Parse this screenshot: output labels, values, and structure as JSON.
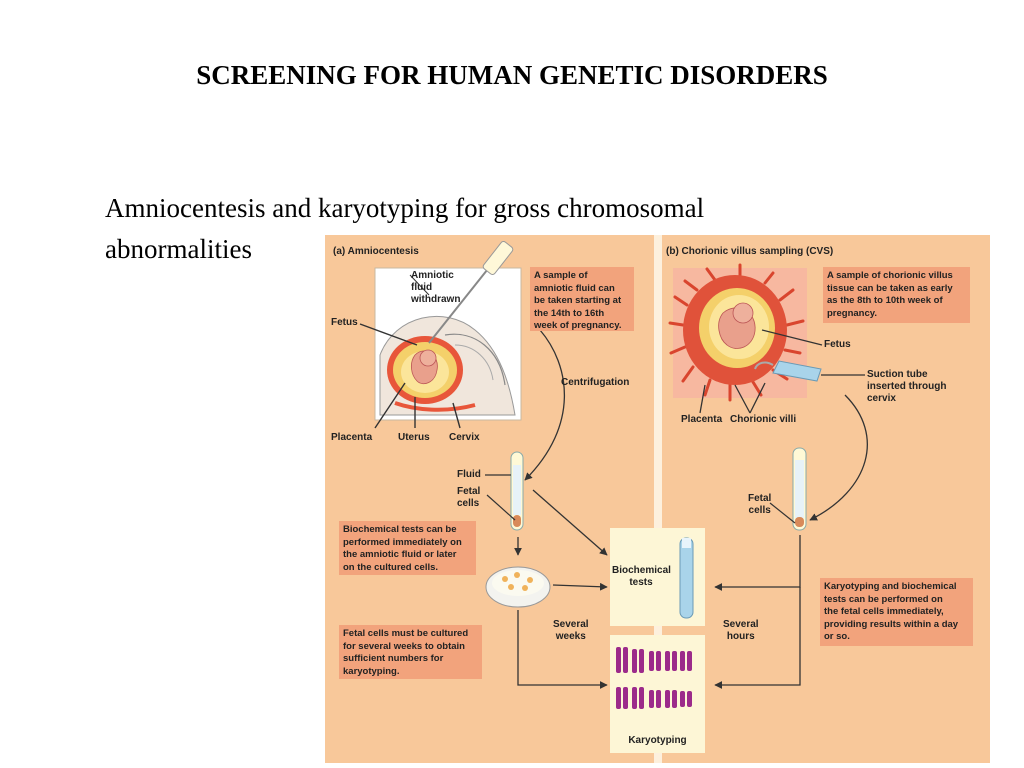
{
  "slide": {
    "title": "SCREENING FOR HUMAN GENETIC DISORDERS",
    "subtitle_line1": "Amniocentesis and karyotyping for gross chromosomal",
    "subtitle_line2": "abnormalities"
  },
  "panel_a": {
    "title": "(a) Amniocentesis",
    "label_amniotic": [
      "Amniotic",
      "fluid",
      "withdrawn"
    ],
    "note_sample": [
      "A sample of",
      "amniotic fluid can",
      "be taken starting at",
      "the 14th to 16th",
      "week of pregnancy."
    ],
    "label_fetus": "Fetus",
    "label_centrifugation": "Centrifugation",
    "label_placenta": "Placenta",
    "label_uterus": "Uterus",
    "label_cervix": "Cervix",
    "label_fluid": "Fluid",
    "label_fetal_cells": [
      "Fetal",
      "cells"
    ],
    "note_biochem": [
      "Biochemical tests can be",
      "performed immediately on",
      "the amniotic fluid or later",
      "on the cultured cells."
    ],
    "label_several_weeks": [
      "Several",
      "weeks"
    ],
    "note_culture": [
      "Fetal cells must be cultured",
      "for several weeks to obtain",
      "sufficient numbers for",
      "karyotyping."
    ]
  },
  "panel_b": {
    "title": "(b) Chorionic villus sampling (CVS)",
    "note_sample": [
      "A sample of chorionic villus",
      "tissue can be taken as early",
      "as the 8th to 10th week of",
      "pregnancy."
    ],
    "label_fetus": "Fetus",
    "label_suction": [
      "Suction tube",
      "inserted through",
      "cervix"
    ],
    "label_placenta": "Placenta",
    "label_villi": "Chorionic villi",
    "label_fetal_cells": [
      "Fetal",
      "cells"
    ],
    "note_karyo": [
      "Karyotyping and biochemical",
      "tests can be performed on",
      "the fetal cells immediately,",
      "providing results within a day",
      "or so."
    ],
    "label_several_hours": [
      "Several",
      "hours"
    ]
  },
  "center": {
    "biochemical_tests": [
      "Biochemical",
      "tests"
    ],
    "karyotyping": "Karyotyping"
  },
  "colors": {
    "panel_bg": "#f8c89a",
    "note_bg": "#f2a37c",
    "box_bg": "#fdf6d6",
    "chromosome": "#9c2a8a",
    "tube": "#a9d4ea"
  }
}
